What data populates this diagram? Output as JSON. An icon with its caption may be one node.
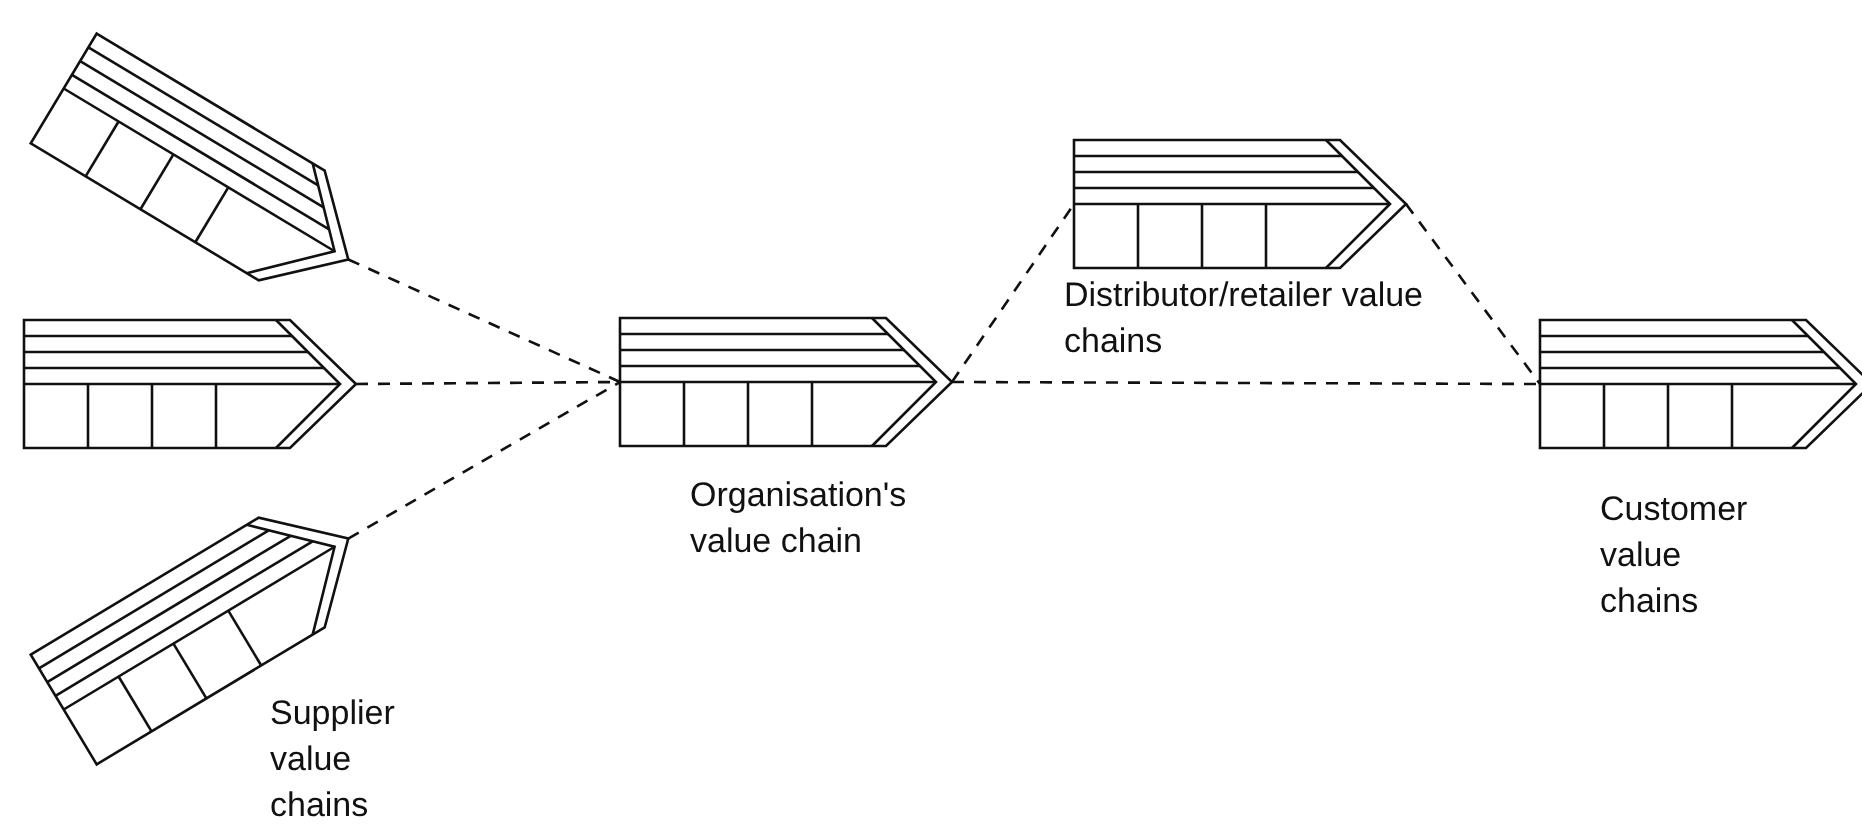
{
  "diagram": {
    "nodes": [
      {
        "text": [],
        "shape": "chevron"
      },
      {
        "text": [],
        "shape": "chevron"
      },
      {
        "text": [],
        "shape": "chevron",
        "beside": [
          "Supplier value chains"
        ]
      },
      {
        "text": [],
        "shape": "chevron",
        "beside": [
          "Organisation's value chain"
        ]
      },
      {
        "text": [],
        "shape": "chevron",
        "beside": [
          "Distributor/retailer value chains"
        ]
      },
      {
        "text": [],
        "shape": "chevron",
        "beside": [
          "Customer value chains"
        ]
      }
    ],
    "edges": [
      {
        "from": 0,
        "to": 3,
        "arrow": "none",
        "style": "dashed"
      },
      {
        "from": 1,
        "to": 3,
        "arrow": "none",
        "style": "dashed"
      },
      {
        "from": 2,
        "to": 3,
        "arrow": "none",
        "style": "dashed"
      },
      {
        "from": 3,
        "to": 4,
        "arrow": "none",
        "style": "dashed"
      },
      {
        "from": 4,
        "to": 5,
        "arrow": "none",
        "style": "dashed"
      },
      {
        "from": 3,
        "to": 5,
        "arrow": "none",
        "style": "dashed"
      }
    ]
  }
}
